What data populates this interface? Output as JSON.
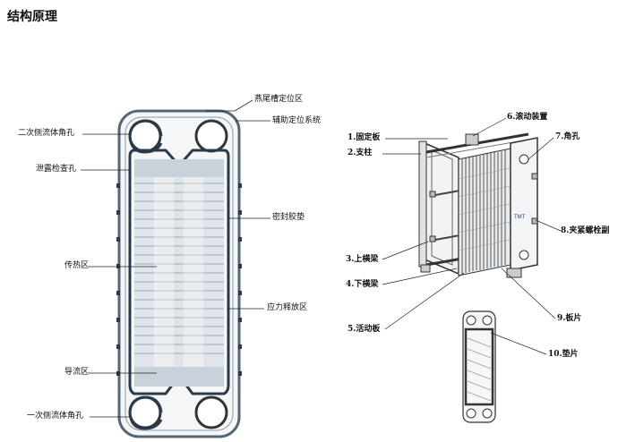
{
  "header": {
    "title": "结构原理"
  },
  "left_diagram": {
    "labels": {
      "gasket_tail_position": "燕尾槽定位区",
      "aux_position_system": "辅助定位系统",
      "secondary_port": "二次侧流体角孔",
      "leak_check_hole": "泄露检查孔",
      "seal_gasket": "密封胶垫",
      "heat_transfer_zone": "传热区",
      "stress_release_zone": "应力释放区",
      "flow_guide_zone": "导流区",
      "primary_port": "一次侧流体角孔"
    }
  },
  "right_diagram": {
    "labels": {
      "fixed_plate": "1.固定板",
      "support_column": "2.支柱",
      "upper_beam": "3.上横梁",
      "lower_beam": "4.下横梁",
      "movable_plate": "5.活动板",
      "roller_device": "6.滚动装置",
      "corner_hole": "7.角孔",
      "clamp_bolt": "8.夹紧螺栓副",
      "plate": "9.板片",
      "gasket": "10.垫片"
    },
    "brand_mark": "TMT"
  }
}
